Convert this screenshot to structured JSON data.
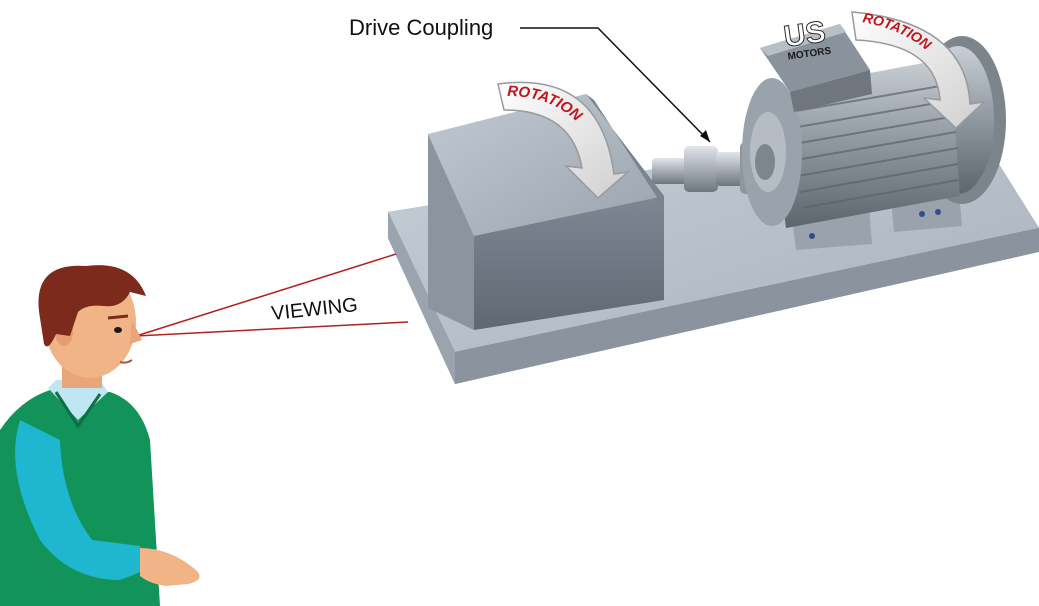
{
  "labels": {
    "coupling": "Drive Coupling",
    "viewing": "VIEWING",
    "rotation_left": "ROTATION",
    "rotation_right": "ROTATION",
    "brand_main": "US",
    "brand_sub": "MOTORS"
  },
  "colors": {
    "sight_line": "#b22222",
    "rotation_text": "#c0161c",
    "base_top": "#b9c1cb",
    "base_front": "#8c96a2",
    "machine_top": "#a9b1bb",
    "machine_front": "#6f7884",
    "motor_body": "#8e969f",
    "sweater": "#12935a",
    "shirt": "#1fb6d0",
    "hair": "#7b2a1c",
    "skin": "#f1b486"
  },
  "icons": {
    "person": "person-viewer-icon",
    "motor": "electric-motor-icon",
    "arrow": "curved-arrow-icon"
  }
}
